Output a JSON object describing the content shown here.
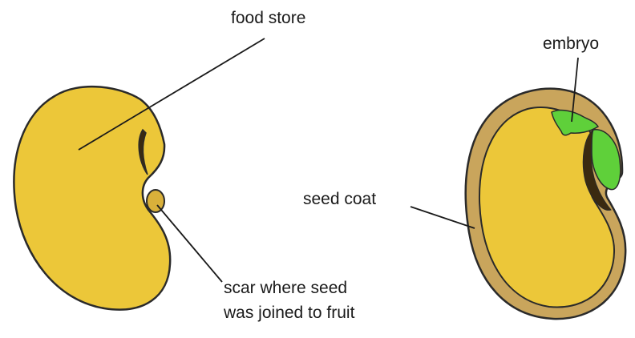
{
  "labels": {
    "food_store": "food store",
    "embryo": "embryo",
    "seed_coat": "seed coat",
    "scar_line1": "scar where seed",
    "scar_line2": "was joined to fruit"
  },
  "colors": {
    "seed_fill": "#ecc739",
    "seed_outline": "#2a2a2a",
    "seed_coat": "#c9a55c",
    "embryo": "#5fd03a",
    "leader_line": "#1a1a1a"
  }
}
